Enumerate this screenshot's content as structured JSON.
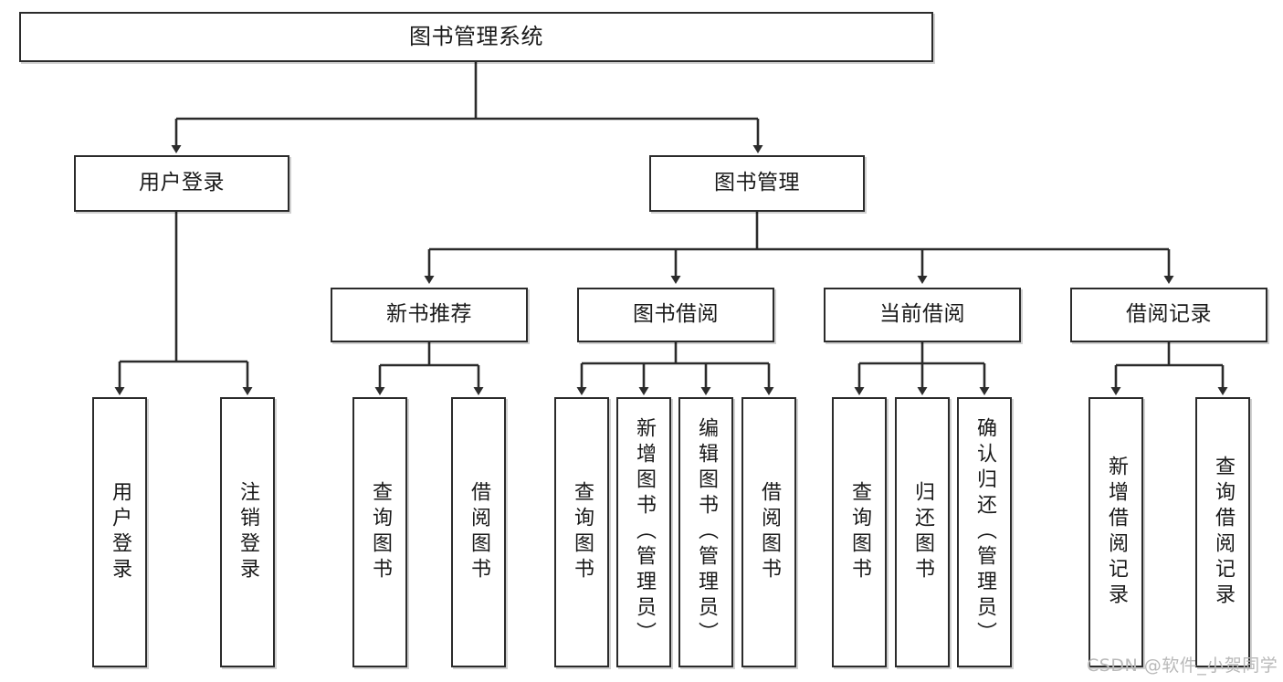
{
  "diagram": {
    "title": "图书管理系统",
    "type": "tree-hierarchy",
    "watermark": "CSDN @软件_小贺同学",
    "colors": {
      "box_border": "#2b2b2b",
      "box_fill": "#ffffff",
      "edge": "#2b2b2b",
      "text": "#1a1a1a",
      "watermark": "#b9b9b9"
    },
    "nodes": {
      "root": {
        "label": "图书管理系统"
      },
      "level2": [
        {
          "label": "用户登录"
        },
        {
          "label": "图书管理"
        }
      ],
      "level3": [
        {
          "label": "新书推荐"
        },
        {
          "label": "图书借阅"
        },
        {
          "label": "当前借阅"
        },
        {
          "label": "借阅记录"
        }
      ],
      "leaves": {
        "user_login": [
          {
            "label": "用户登录"
          },
          {
            "label": "注销登录"
          }
        ],
        "new_book_recommend": [
          {
            "label": "查询图书"
          },
          {
            "label": "借阅图书"
          }
        ],
        "book_borrow": [
          {
            "label": "查询图书"
          },
          {
            "label": "新增图书（管理员）"
          },
          {
            "label": "编辑图书（管理员）"
          },
          {
            "label": "借阅图书"
          }
        ],
        "current_borrow": [
          {
            "label": "查询图书"
          },
          {
            "label": "归还图书"
          },
          {
            "label": "确认归还（管理员）"
          }
        ],
        "borrow_record": [
          {
            "label": "新增借阅记录"
          },
          {
            "label": "查询借阅记录"
          }
        ]
      }
    }
  }
}
